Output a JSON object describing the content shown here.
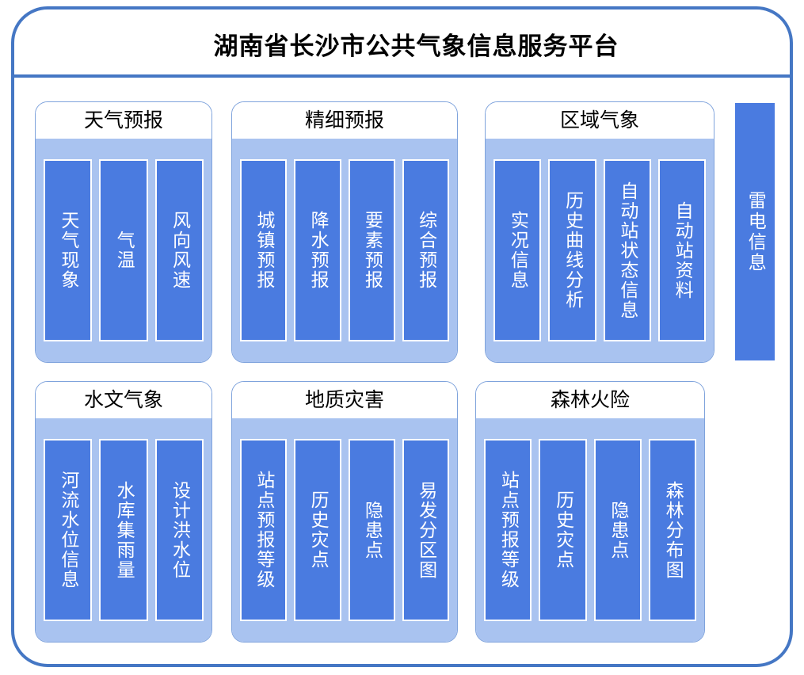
{
  "header": {
    "title": "湖南省长沙市公共气象信息服务平台"
  },
  "colors": {
    "frame_border": "#4577C4",
    "panel_border": "#7FA3DC",
    "panel_body_bg": "#A9C3F0",
    "bar_fill": "#4A7BE0",
    "bar_border": "#FFFFFF",
    "bar_text": "#FFFFFF",
    "title_text": "#000000"
  },
  "panels": [
    {
      "id": "weather-forecast",
      "title": "天气预报",
      "items": [
        {
          "label": "天气现象"
        },
        {
          "label": "气温"
        },
        {
          "label": "风向风速"
        }
      ]
    },
    {
      "id": "fine-forecast",
      "title": "精细预报",
      "items": [
        {
          "label": "城镇预报"
        },
        {
          "label": "降水预报"
        },
        {
          "label": "要素预报"
        },
        {
          "label": "综合预报"
        }
      ]
    },
    {
      "id": "regional-meteorology",
      "title": "区域气象",
      "items": [
        {
          "label": "实况信息"
        },
        {
          "label": "历史曲线分析"
        },
        {
          "label": "自动站状态信息"
        },
        {
          "label": "自动站资料"
        }
      ]
    },
    {
      "id": "hydro-meteorology",
      "title": "水文气象",
      "items": [
        {
          "label": "河流水位信息"
        },
        {
          "label": "水库集雨量"
        },
        {
          "label": "设计洪水位"
        }
      ]
    },
    {
      "id": "geological-disaster",
      "title": "地质灾害",
      "items": [
        {
          "label": "站点预报等级"
        },
        {
          "label": "历史灾点"
        },
        {
          "label": "隐患点"
        },
        {
          "label": "易发分区图"
        }
      ]
    },
    {
      "id": "forest-fire-risk",
      "title": "森林火险",
      "items": [
        {
          "label": "站点预报等级"
        },
        {
          "label": "历史灾点"
        },
        {
          "label": "隐患点"
        },
        {
          "label": "森林分布图"
        }
      ]
    }
  ],
  "standalone": {
    "id": "lightning-information",
    "label": "雷电信息"
  }
}
